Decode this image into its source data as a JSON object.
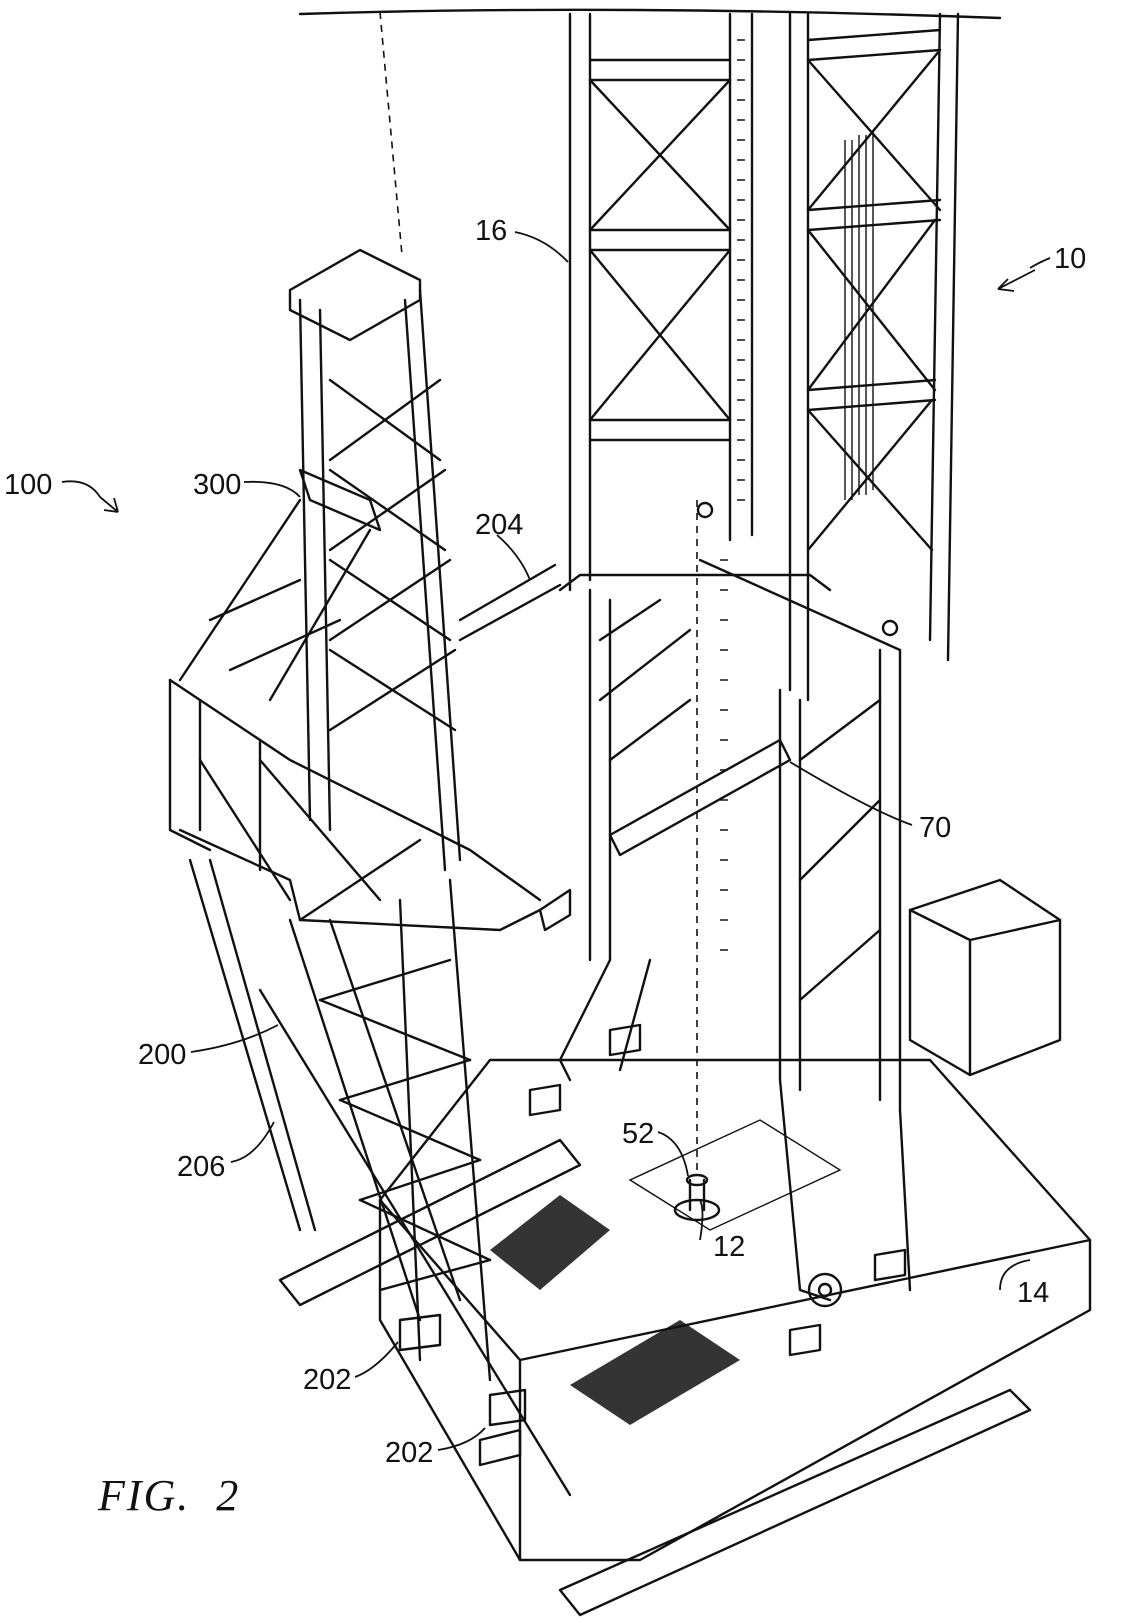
{
  "figure": {
    "caption": "FIG.  2"
  },
  "labels": {
    "ref_10": "10",
    "ref_16": "16",
    "ref_100": "100",
    "ref_300": "300",
    "ref_204": "204",
    "ref_70": "70",
    "ref_200": "200",
    "ref_206": "206",
    "ref_52": "52",
    "ref_12": "12",
    "ref_14": "14",
    "ref_202_upper": "202",
    "ref_202_lower": "202"
  }
}
